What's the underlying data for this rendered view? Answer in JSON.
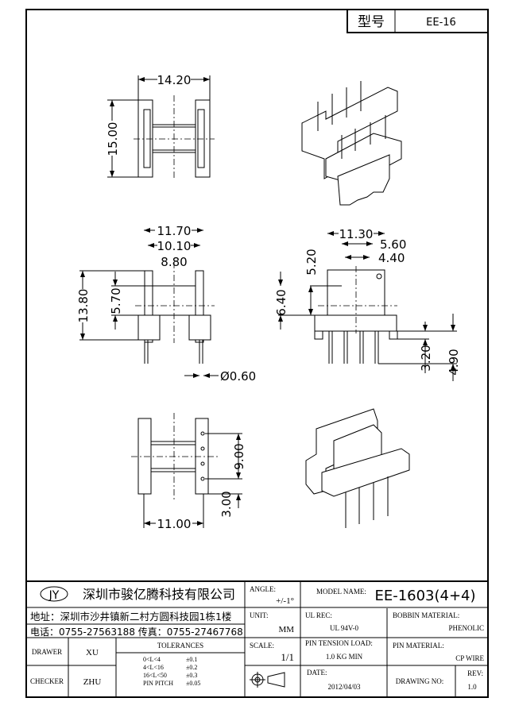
{
  "header": {
    "type_label": "型号",
    "type_value": "EE-16"
  },
  "dimensions": {
    "top_width": "14.20",
    "top_height": "15.00",
    "front_width_outer": "11.70",
    "front_width_mid": "10.10",
    "front_width_inner": "8.80",
    "front_height": "13.80",
    "front_window": "5.70",
    "pin_diameter": "Ø0.60",
    "side_width": "11.30",
    "side_slot_outer": "5.60",
    "side_slot_inner": "4.40",
    "side_top": "5.20",
    "side_height": "6.40",
    "pin_len_short": "3.20",
    "pin_len_long": "4.90",
    "bottom_width": "11.00",
    "bottom_pitch_span": "9.00",
    "bottom_pitch": "3.00"
  },
  "title_block": {
    "logo": "JY",
    "company": "深圳市骏亿腾科技有限公司",
    "address": "地址：深圳市沙井镇新二村方圆科技园1栋1楼",
    "phone": "电话：0755-27563188  传真：0755-27467768",
    "angle_label": "ANGLE:",
    "angle_value": "+/-1°",
    "model_label": "MODEL NAME:",
    "model_value": "EE-1603(4+4)",
    "unit_label": "UNIT:",
    "unit_value": "MM",
    "ul_label": "UL REC:",
    "ul_value": "UL 94V-0",
    "bobbin_label": "BOBBIN MATERIAL:",
    "bobbin_value": "PHENOLIC",
    "scale_label": "SCALE:",
    "scale_value": "1/1",
    "tension_label": "PIN TENSION LOAD:",
    "tension_value": "1.0 KG MIN",
    "pin_material_label": "PIN MATERIAL:",
    "pin_material_value": "CP WIRE",
    "drawer_label": "DRAWER",
    "drawer_value": "XU",
    "checker_label": "CHECKER",
    "checker_value": "ZHU",
    "tolerances_label": "TOLERANCES",
    "tolerances": [
      {
        "range": "0<L<4",
        "value": "±0.1"
      },
      {
        "range": "4<L<16",
        "value": "±0.2"
      },
      {
        "range": "16<L<50",
        "value": "±0.3"
      },
      {
        "range": "PIN PITCH",
        "value": "±0.05"
      }
    ],
    "date_label": "DATE:",
    "date_value": "2012/04/03",
    "drawing_no_label": "DRAWING NO:",
    "rev_label": "REV:",
    "rev_value": "1.0",
    "projection_symbol": "first-angle-projection-icon"
  }
}
